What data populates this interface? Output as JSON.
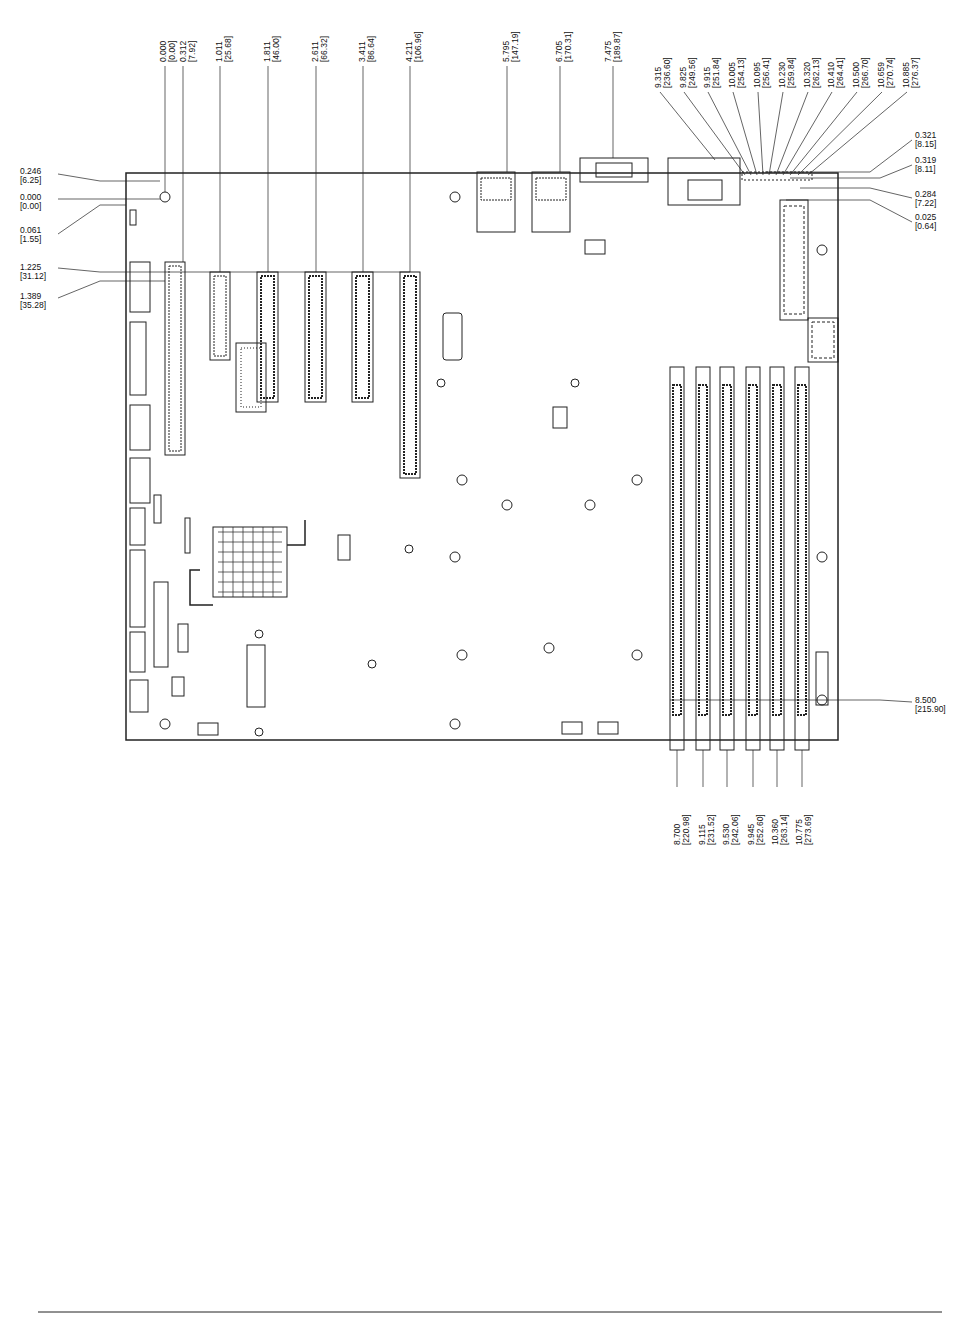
{
  "diagram": {
    "labels": [
      "0.000 [0.00]",
      "0.312 [7.92]",
      "1.011 [25.68]",
      "1.811 [46.00]",
      "2.611 [66.32]",
      "3.411 [86.64]",
      "4.211 [106.96]",
      "5.795 [147.19]",
      "6.705 [170.31]",
      "7.475 [189.87]",
      "9.315 [236.60]",
      "9.825 [249.56]",
      "9.915 [251.84]",
      "10.005 [254.13]",
      "10.095 [256.41]",
      "10.230 [259.84]",
      "10.320 [262.13]",
      "10.410 [264.41]",
      "10.500 [266.70]",
      "10.659 [270.74]",
      "10.885 [276.37]",
      "0.246 [6.25]",
      "0.000 [0.00]",
      "0.061 [1.55]",
      "1.225 [31.12]",
      "1.389 [35.28]",
      "0.321 [8.15]",
      "0.319 [8.11]",
      "0.284 [7.22]",
      "0.025 [0.64]",
      "8.500 [215.90]",
      "8.700 [220.98]",
      "9.115 [231.52]",
      "9.530 [242.06]",
      "9.945 [252.60]",
      "10.360 [263.14]",
      "10.775 [273.69]"
    ]
  }
}
